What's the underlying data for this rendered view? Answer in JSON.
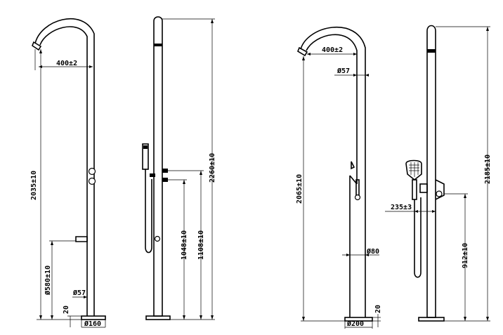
{
  "drawing": {
    "labels": {
      "d1_width": "400±2",
      "d1_height": "2035±10",
      "d1_spout": "Ø580±10",
      "d1_pipe": "Ø57",
      "d1_base": "20",
      "d1_foot": "Ø160",
      "d2_total": "2260±10",
      "d2_upper": "1108±10",
      "d2_lower": "1048±10",
      "d3_width": "400±2",
      "d3_pipe": "Ø57",
      "d3_height": "2065±10",
      "d3_body": "Ø80",
      "d3_base": "20",
      "d3_foot": "Ø200",
      "d4_total": "2185±10",
      "d4_offset": "235±3",
      "d4_lower": "912±10"
    }
  }
}
